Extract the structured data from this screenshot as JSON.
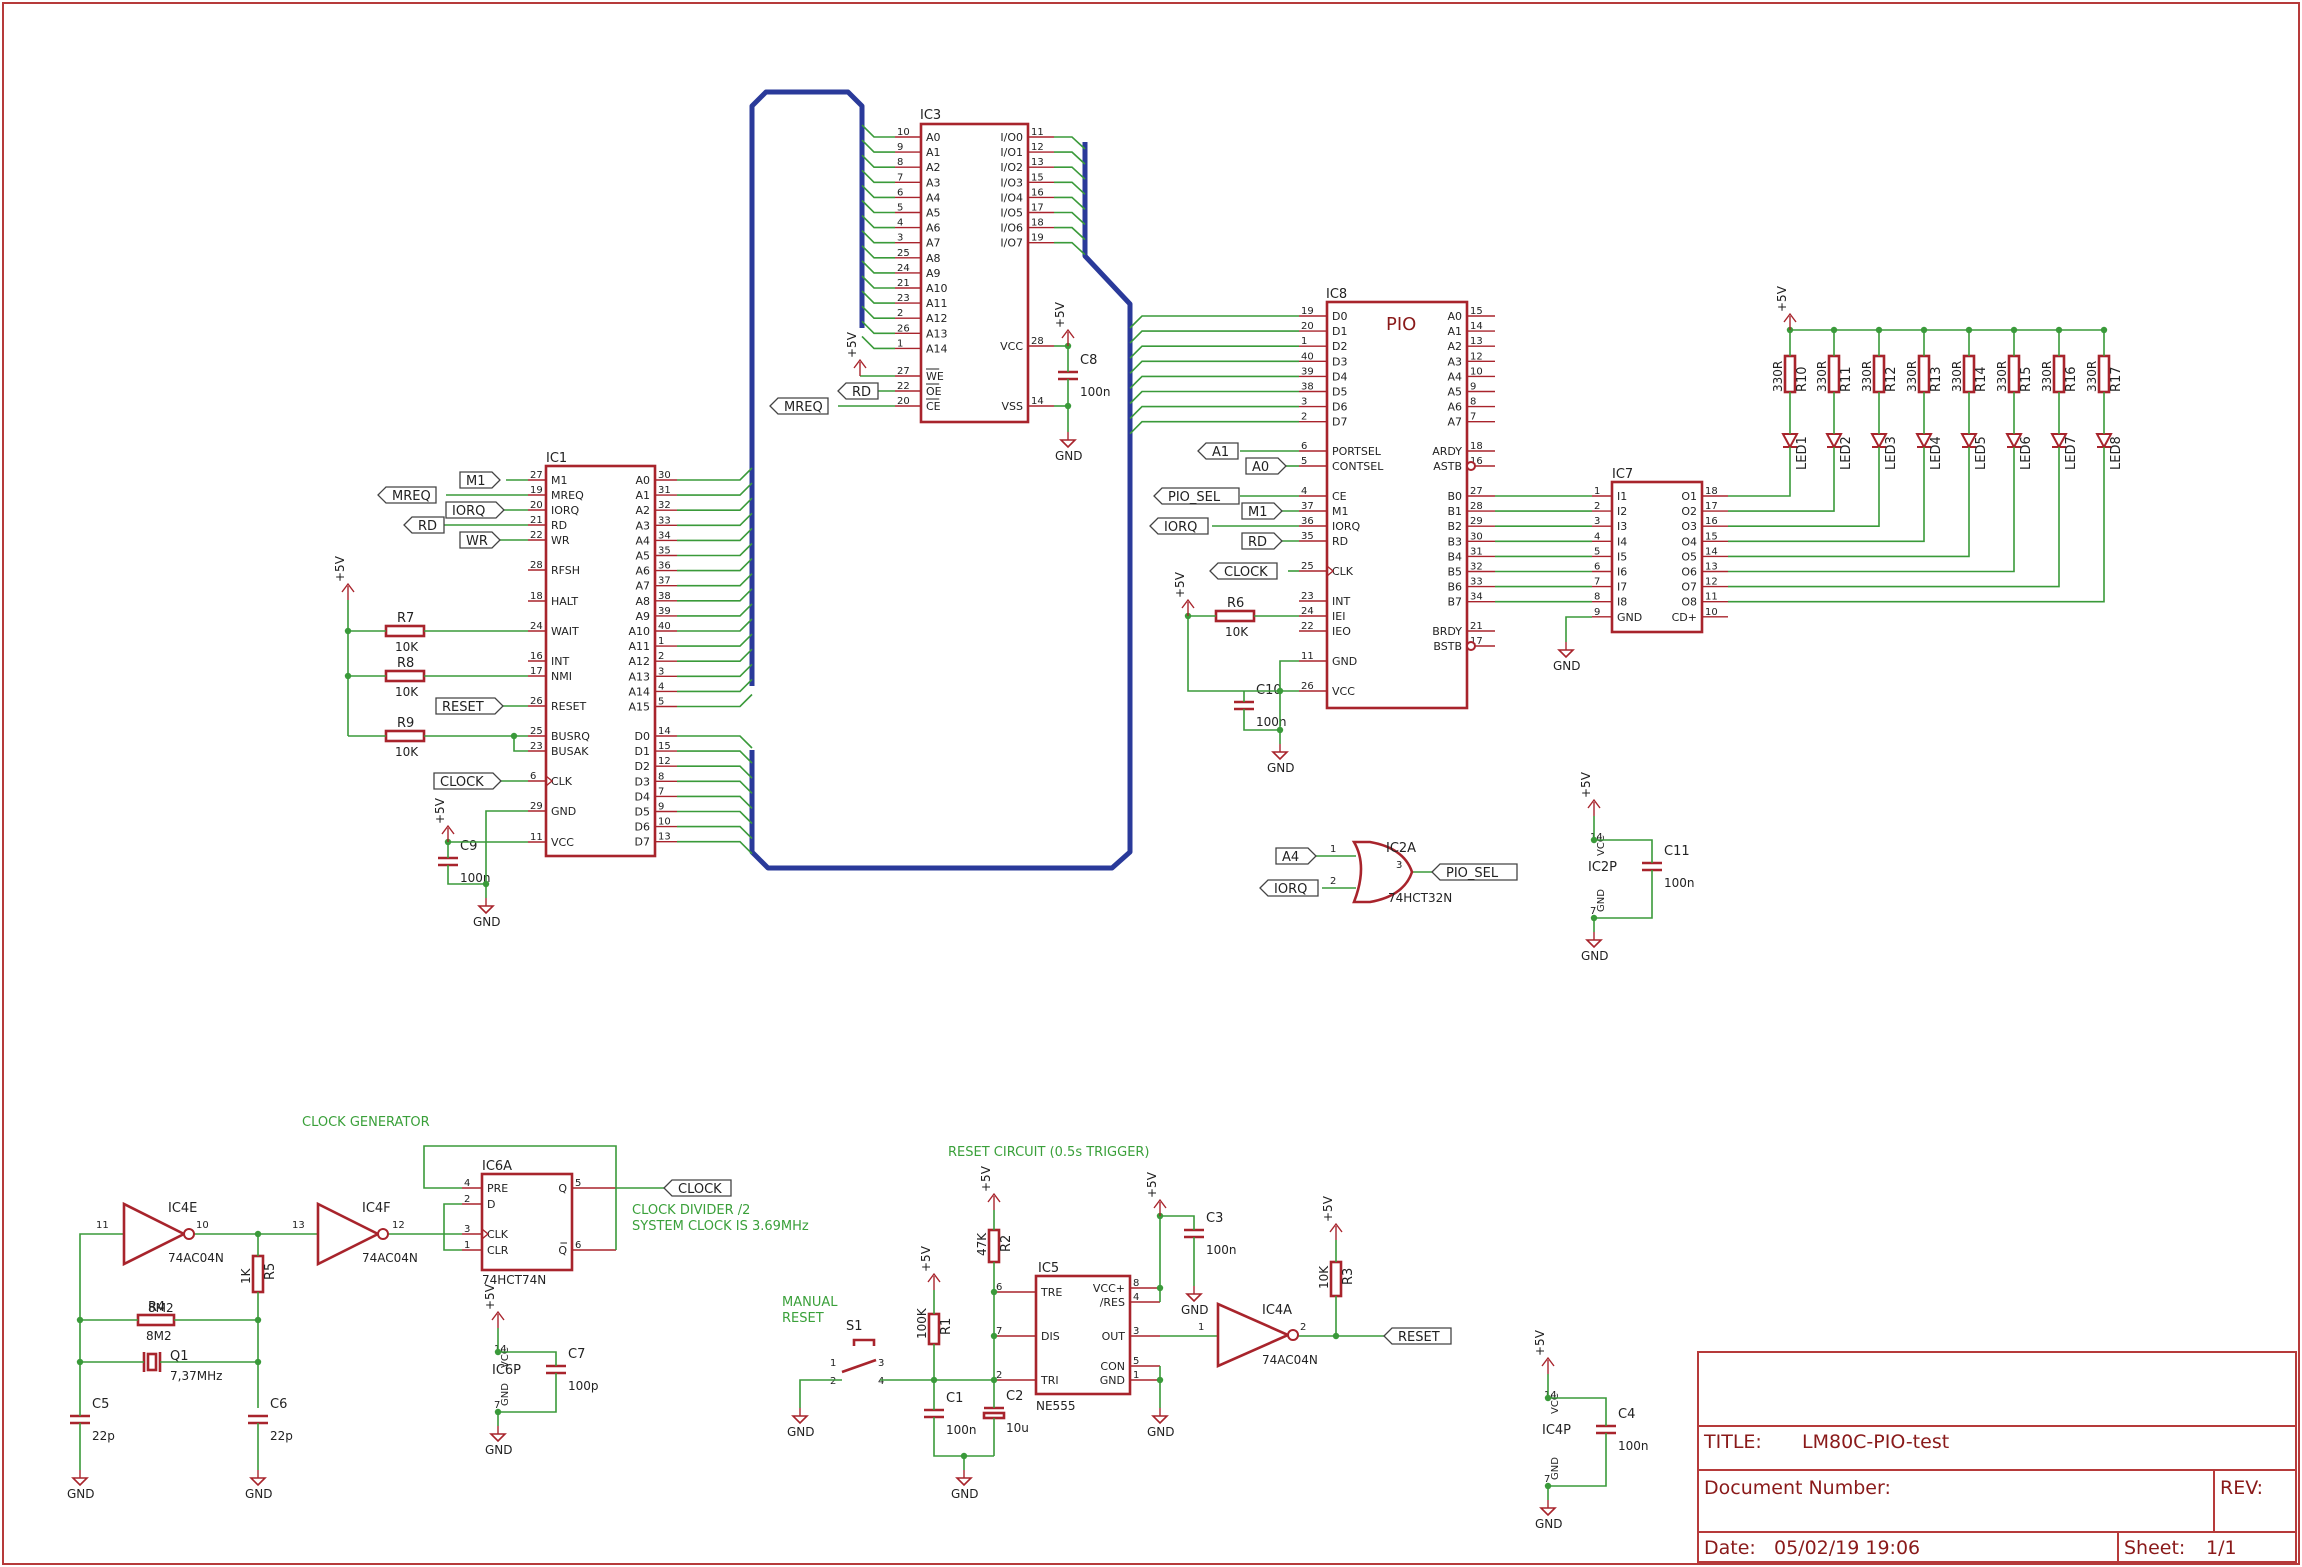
{
  "ics": {
    "ic1": {
      "ref": "IC1"
    },
    "ic3": {
      "ref": "IC3"
    },
    "ic8": {
      "ref": "IC8",
      "title": "PIO"
    },
    "ic7": {
      "ref": "IC7"
    },
    "ic2a": {
      "ref": "IC2A",
      "value": "74HCT32N"
    },
    "ic2p": {
      "ref": "IC2P"
    },
    "ic4e": {
      "ref": "IC4E",
      "value": "74AC04N"
    },
    "ic4f": {
      "ref": "IC4F",
      "value": "74AC04N"
    },
    "ic4a": {
      "ref": "IC4A",
      "value": "74AC04N"
    },
    "ic4p": {
      "ref": "IC4P"
    },
    "ic6a": {
      "ref": "IC6A",
      "value": "74HCT74N"
    },
    "ic6p": {
      "ref": "IC6P"
    },
    "ic5": {
      "ref": "IC5",
      "value": "NE555"
    }
  },
  "parts": {
    "r7": {
      "ref": "R7",
      "value": "10K"
    },
    "r8": {
      "ref": "R8",
      "value": "10K"
    },
    "r9": {
      "ref": "R9",
      "value": "10K"
    },
    "r6": {
      "ref": "R6",
      "value": "10K"
    },
    "r5": {
      "ref": "R5",
      "value": "1K"
    },
    "r4": {
      "ref": "R4",
      "value": "8M2"
    },
    "r2": {
      "ref": "R2",
      "value": "47K"
    },
    "r1": {
      "ref": "R1",
      "value": "100K"
    },
    "r3": {
      "ref": "R3",
      "value": "10K"
    },
    "q1": {
      "ref": "Q1",
      "value": "7,37MHz"
    },
    "c9": {
      "ref": "C9",
      "value": "100n"
    },
    "c8": {
      "ref": "C8",
      "value": "100n"
    },
    "c10": {
      "ref": "C10",
      "value": "100n"
    },
    "c11": {
      "ref": "C11",
      "value": "100n"
    },
    "c5": {
      "ref": "C5",
      "value": "22p"
    },
    "c6": {
      "ref": "C6",
      "value": "22p"
    },
    "c7": {
      "ref": "C7",
      "value": "100p"
    },
    "c3": {
      "ref": "C3",
      "value": "100n"
    },
    "c1": {
      "ref": "C1",
      "value": "100n"
    },
    "c2": {
      "ref": "C2",
      "value": "10u"
    },
    "c4": {
      "ref": "C4",
      "value": "100n"
    },
    "s1": {
      "ref": "S1"
    }
  },
  "led_resistors": [
    {
      "ref": "R10",
      "value": "330R"
    },
    {
      "ref": "R11",
      "value": "330R"
    },
    {
      "ref": "R12",
      "value": "330R"
    },
    {
      "ref": "R13",
      "value": "330R"
    },
    {
      "ref": "R14",
      "value": "330R"
    },
    {
      "ref": "R15",
      "value": "330R"
    },
    {
      "ref": "R16",
      "value": "330R"
    },
    {
      "ref": "R17",
      "value": "330R"
    }
  ],
  "leds": [
    "LED1",
    "LED2",
    "LED3",
    "LED4",
    "LED5",
    "LED6",
    "LED7",
    "LED8"
  ],
  "net_labels": {
    "m1": "M1",
    "mreq": "MREQ",
    "iorq": "IORQ",
    "rd": "RD",
    "wr": "WR",
    "reset": "RESET",
    "clock": "CLOCK",
    "a1": "A1",
    "a0": "A0",
    "a4": "A4",
    "pio_sel": "PIO_SEL"
  },
  "power": {
    "vcc": "+5V",
    "gnd": "GND",
    "vcc_pin": "VCC",
    "gnd_pin": "GND"
  },
  "pins": {
    "ic1_left": [
      [
        "27",
        "M1"
      ],
      [
        "19",
        "MREQ"
      ],
      [
        "20",
        "IORQ"
      ],
      [
        "21",
        "RD"
      ],
      [
        "22",
        "WR"
      ],
      [
        "28",
        "RFSH"
      ],
      [
        "18",
        "HALT"
      ],
      [
        "24",
        "WAIT"
      ],
      [
        "16",
        "INT"
      ],
      [
        "17",
        "NMI"
      ],
      [
        "26",
        "RESET"
      ],
      [
        "25",
        "BUSRQ"
      ],
      [
        "23",
        "BUSAK"
      ],
      [
        "6",
        "CLK"
      ],
      [
        "29",
        "GND"
      ],
      [
        "11",
        "VCC"
      ]
    ],
    "ic1_addr": [
      [
        "30",
        "A0"
      ],
      [
        "31",
        "A1"
      ],
      [
        "32",
        "A2"
      ],
      [
        "33",
        "A3"
      ],
      [
        "34",
        "A4"
      ],
      [
        "35",
        "A5"
      ],
      [
        "36",
        "A6"
      ],
      [
        "37",
        "A7"
      ],
      [
        "38",
        "A8"
      ],
      [
        "39",
        "A9"
      ],
      [
        "40",
        "A10"
      ],
      [
        "1",
        "A11"
      ],
      [
        "2",
        "A12"
      ],
      [
        "3",
        "A13"
      ],
      [
        "4",
        "A14"
      ],
      [
        "5",
        "A15"
      ]
    ],
    "ic1_data": [
      [
        "14",
        "D0"
      ],
      [
        "15",
        "D1"
      ],
      [
        "12",
        "D2"
      ],
      [
        "8",
        "D3"
      ],
      [
        "7",
        "D4"
      ],
      [
        "9",
        "D5"
      ],
      [
        "10",
        "D6"
      ],
      [
        "13",
        "D7"
      ]
    ],
    "ic3_addr": [
      [
        "10",
        "A0"
      ],
      [
        "9",
        "A1"
      ],
      [
        "8",
        "A2"
      ],
      [
        "7",
        "A3"
      ],
      [
        "6",
        "A4"
      ],
      [
        "5",
        "A5"
      ],
      [
        "4",
        "A6"
      ],
      [
        "3",
        "A7"
      ],
      [
        "25",
        "A8"
      ],
      [
        "24",
        "A9"
      ],
      [
        "21",
        "A10"
      ],
      [
        "23",
        "A11"
      ],
      [
        "2",
        "A12"
      ],
      [
        "26",
        "A13"
      ],
      [
        "1",
        "A14"
      ]
    ],
    "ic3_ctrl": [
      [
        "27",
        "WE"
      ],
      [
        "22",
        "OE"
      ],
      [
        "20",
        "CE"
      ]
    ],
    "ic3_io": [
      [
        "11",
        "I/O0"
      ],
      [
        "12",
        "I/O1"
      ],
      [
        "13",
        "I/O2"
      ],
      [
        "15",
        "I/O3"
      ],
      [
        "16",
        "I/O4"
      ],
      [
        "17",
        "I/O5"
      ],
      [
        "18",
        "I/O6"
      ],
      [
        "19",
        "I/O7"
      ]
    ],
    "ic3_pwr": [
      [
        "28",
        "VCC"
      ],
      [
        "14",
        "VSS"
      ]
    ],
    "ic8_data": [
      [
        "19",
        "D0"
      ],
      [
        "20",
        "D1"
      ],
      [
        "1",
        "D2"
      ],
      [
        "40",
        "D3"
      ],
      [
        "39",
        "D4"
      ],
      [
        "38",
        "D5"
      ],
      [
        "3",
        "D6"
      ],
      [
        "2",
        "D7"
      ]
    ],
    "ic8_ctrl": [
      [
        "6",
        "PORTSEL"
      ],
      [
        "5",
        "CONTSEL"
      ],
      [
        "4",
        "CE"
      ],
      [
        "37",
        "M1"
      ],
      [
        "36",
        "IORQ"
      ],
      [
        "35",
        "RD"
      ],
      [
        "25",
        "CLK"
      ],
      [
        "23",
        "INT"
      ],
      [
        "24",
        "IEI"
      ],
      [
        "22",
        "IEO"
      ],
      [
        "11",
        "GND"
      ],
      [
        "26",
        "VCC"
      ]
    ],
    "ic8_a": [
      [
        "15",
        "A0"
      ],
      [
        "14",
        "A1"
      ],
      [
        "13",
        "A2"
      ],
      [
        "12",
        "A3"
      ],
      [
        "10",
        "A4"
      ],
      [
        "9",
        "A5"
      ],
      [
        "8",
        "A6"
      ],
      [
        "7",
        "A7"
      ]
    ],
    "ic8_astat": [
      [
        "18",
        "ARDY"
      ],
      [
        "16",
        "ASTB"
      ]
    ],
    "ic8_b": [
      [
        "27",
        "B0"
      ],
      [
        "28",
        "B1"
      ],
      [
        "29",
        "B2"
      ],
      [
        "30",
        "B3"
      ],
      [
        "31",
        "B4"
      ],
      [
        "32",
        "B5"
      ],
      [
        "33",
        "B6"
      ],
      [
        "34",
        "B7"
      ]
    ],
    "ic8_bstat": [
      [
        "21",
        "BRDY"
      ],
      [
        "17",
        "BSTB"
      ]
    ],
    "ic7_in": [
      [
        "1",
        "I1"
      ],
      [
        "2",
        "I2"
      ],
      [
        "3",
        "I3"
      ],
      [
        "4",
        "I4"
      ],
      [
        "5",
        "I5"
      ],
      [
        "6",
        "I6"
      ],
      [
        "7",
        "I7"
      ],
      [
        "8",
        "I8"
      ],
      [
        "9",
        "GND"
      ]
    ],
    "ic7_out": [
      [
        "18",
        "O1"
      ],
      [
        "17",
        "O2"
      ],
      [
        "16",
        "O3"
      ],
      [
        "15",
        "O4"
      ],
      [
        "14",
        "O5"
      ],
      [
        "13",
        "O6"
      ],
      [
        "12",
        "O7"
      ],
      [
        "11",
        "O8"
      ],
      [
        "10",
        "CD+"
      ]
    ],
    "ic6a": [
      [
        "4",
        "PRE"
      ],
      [
        "2",
        "D"
      ],
      [
        "3",
        "CLK"
      ],
      [
        "1",
        "CLR"
      ],
      [
        "5",
        "Q"
      ],
      [
        "6",
        "Q"
      ]
    ],
    "ic5": [
      [
        "6",
        "TRE"
      ],
      [
        "7",
        "DIS"
      ],
      [
        "2",
        "TRI"
      ],
      [
        "8",
        "VCC+"
      ],
      [
        "4",
        "/RES"
      ],
      [
        "3",
        "OUT"
      ],
      [
        "5",
        "CON"
      ],
      [
        "1",
        "GND"
      ]
    ],
    "ic2a": [
      "1",
      "2",
      "3"
    ],
    "ic4e": [
      "11",
      "10"
    ],
    "ic4f": [
      "13",
      "12"
    ],
    "ic4a": [
      "1",
      "2"
    ],
    "s1": [
      "1",
      "2",
      "3",
      "4"
    ],
    "pwr_units": {
      "vcc_pin": "14",
      "gnd_pin": "7"
    }
  },
  "notes": {
    "clock_gen": "CLOCK GENERATOR",
    "clock_div_1": "CLOCK DIVIDER /2",
    "clock_div_2": "SYSTEM CLOCK IS 3.69MHz",
    "reset_circuit": "RESET CIRCUIT (0.5s TRIGGER)",
    "manual_1": "MANUAL",
    "manual_2": "RESET"
  },
  "title_block": {
    "title_label": "TITLE:",
    "title": "LM80C-PIO-test",
    "docnum_label": "Document Number:",
    "rev_label": "REV:",
    "date_label": "Date:",
    "date": "05/02/19 19:06",
    "sheet_label": "Sheet:",
    "sheet": "1/1"
  }
}
